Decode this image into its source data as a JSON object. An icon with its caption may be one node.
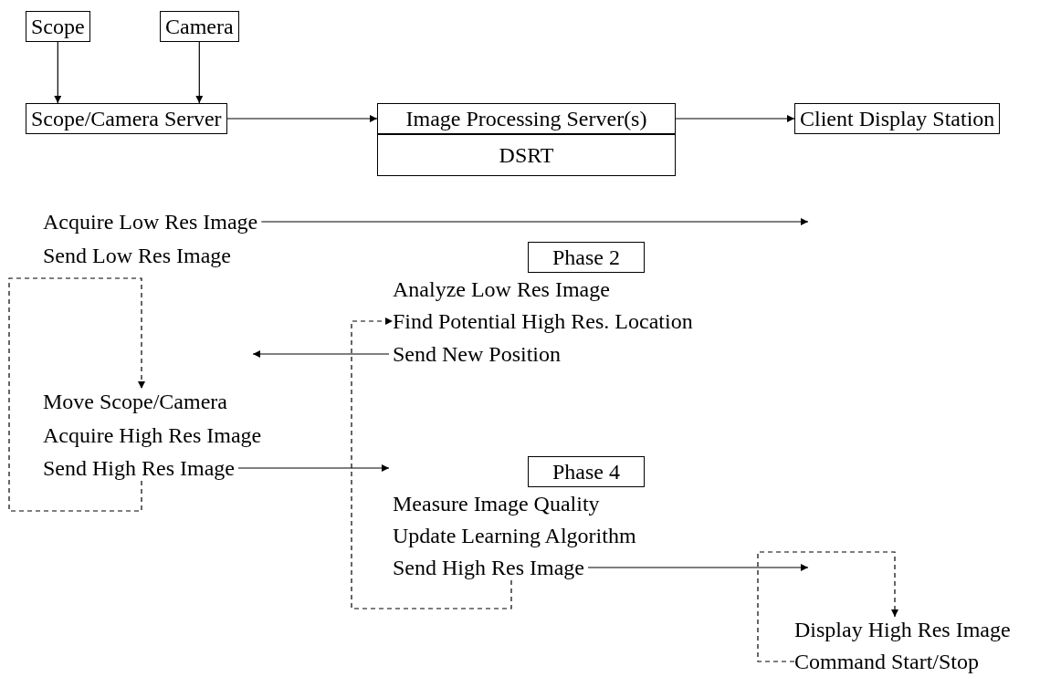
{
  "diagram": {
    "nodes": [
      {
        "text": [
          "Scope"
        ]
      },
      {
        "text": [
          "Camera"
        ]
      },
      {
        "text": [
          "Scope/Camera Server"
        ]
      },
      {
        "text": [
          "Image Processing Server(s)"
        ]
      },
      {
        "text": [
          "DSRT"
        ]
      },
      {
        "text": [
          "Client Display Station"
        ]
      },
      {
        "text": [
          "Acquire Low Res Image"
        ]
      },
      {
        "text": [
          "Send Low Res Image"
        ]
      },
      {
        "text": [
          "Phase 2"
        ]
      },
      {
        "text": [
          "Analyze Low Res Image"
        ]
      },
      {
        "text": [
          "Find Potential High Res. Location"
        ]
      },
      {
        "text": [
          "Send New Position"
        ]
      },
      {
        "text": [
          "Move Scope/Camera"
        ]
      },
      {
        "text": [
          "Acquire High Res Image"
        ]
      },
      {
        "text": [
          "Send High Res Image"
        ]
      },
      {
        "text": [
          "Phase 4"
        ]
      },
      {
        "text": [
          "Measure Image Quality"
        ]
      },
      {
        "text": [
          "Update Learning Algorithm"
        ]
      },
      {
        "text": [
          "Send High Res Image"
        ]
      },
      {
        "text": [
          "Display High Res Image"
        ]
      },
      {
        "text": [
          "Command Start/Stop"
        ]
      }
    ],
    "edges": [
      {
        "from": 0,
        "to": 2,
        "arrow": "to"
      },
      {
        "from": 1,
        "to": 2,
        "arrow": "to"
      },
      {
        "from": 2,
        "to": 3,
        "arrow": "to"
      },
      {
        "from": 3,
        "to": 5,
        "arrow": "to"
      },
      {
        "from": 6,
        "to": null,
        "arrow": "to"
      },
      {
        "from": 11,
        "to": null,
        "arrow": "to"
      },
      {
        "from": 14,
        "to": 16,
        "arrow": "to"
      },
      {
        "from": 18,
        "to": null,
        "arrow": "to"
      },
      {
        "from": 14,
        "to": 12,
        "arrow": "to",
        "style": "dashed"
      },
      {
        "from": 18,
        "to": 10,
        "arrow": "to",
        "style": "dashed"
      },
      {
        "from": 20,
        "to": 19,
        "arrow": "to",
        "style": "dashed"
      }
    ]
  }
}
